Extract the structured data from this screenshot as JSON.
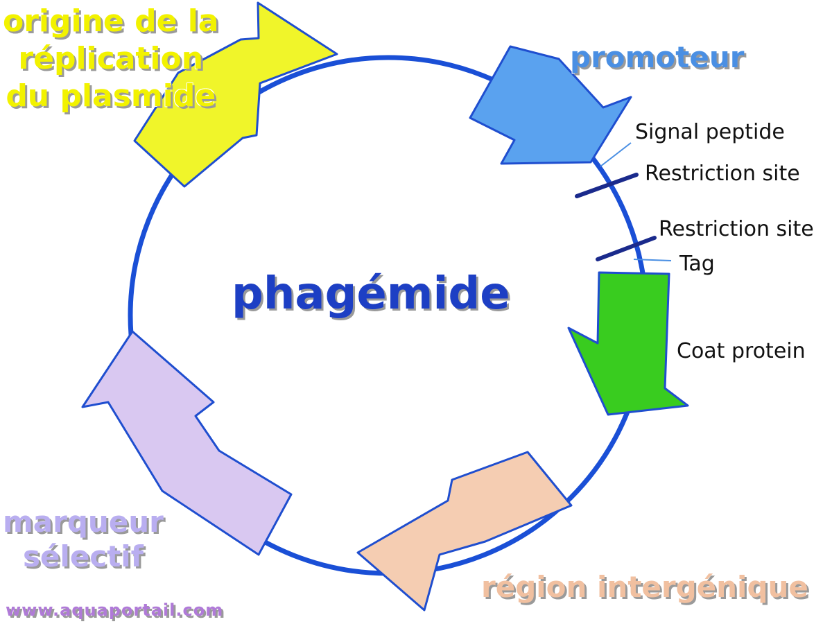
{
  "title": "phagémide",
  "labels": {
    "origin": [
      "origine de la",
      "réplication",
      "du plasmide"
    ],
    "promoter": "promoteur",
    "signal_peptide": "Signal peptide",
    "restriction_site_1": "Restriction site",
    "restriction_site_2": "Restriction site",
    "tag": "Tag",
    "coat_protein": "Coat protein",
    "selective_marker": [
      "marqueur",
      "sélectif"
    ],
    "intergenic_region": "région intergénique",
    "website": "www.aquaportail.com"
  },
  "colors": {
    "ring": "#1a4fd6",
    "outline": "#1f4ecf",
    "origin_fill": "#f0f52a",
    "origin_text": "#f2f200",
    "promoter_fill": "#5aa2ef",
    "promoter_text": "#4a8fe3",
    "coat_fill": "#39cc1f",
    "selective_fill": "#d9c8f1",
    "selective_text": "#b9aef0",
    "intergenic_fill": "#f5cdb2",
    "intergenic_text": "#f1c0a0",
    "title_text": "#1d3fc4",
    "site_mark": "#1a2a8c",
    "leader_line": "#4a8fe3",
    "website_text": "#b07ad8"
  }
}
